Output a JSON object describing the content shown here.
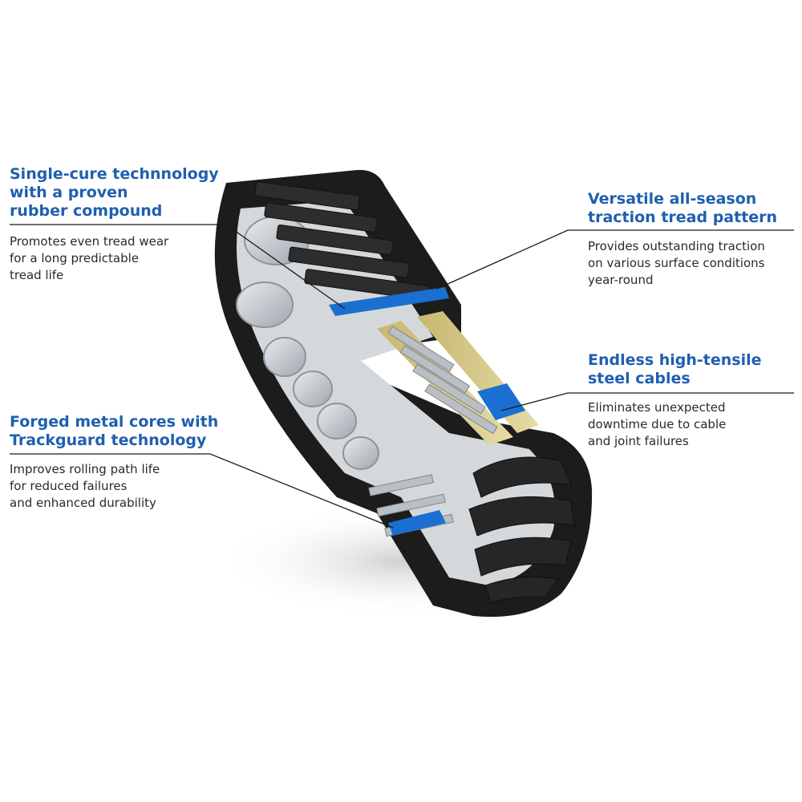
{
  "callouts": [
    {
      "title": "Single-cure technnology\nwith a proven\nrubber compound",
      "description": "Promotes even tread wear\nfor a long predictable\ntread life"
    },
    {
      "title": "Versatile all-season\ntraction tread pattern",
      "description": "Provides outstanding traction\non various surface conditions\nyear-round"
    },
    {
      "title": "Endless high-tensile\nsteel cables",
      "description": "Eliminates unexpected\ndowntime due to cable\nand joint failures"
    },
    {
      "title": "Forged metal cores with\nTrackguard technology",
      "description": "Improves rolling path life\nfor reduced failures\nand enhanced durability"
    }
  ],
  "colors": {
    "title_blue": "#1f5fb0",
    "highlight_blue": "#1a6fd1",
    "rubber": "#1c1c1c",
    "cable_tan": "#d8c98a",
    "rim_gray": "#c9cfd4"
  }
}
